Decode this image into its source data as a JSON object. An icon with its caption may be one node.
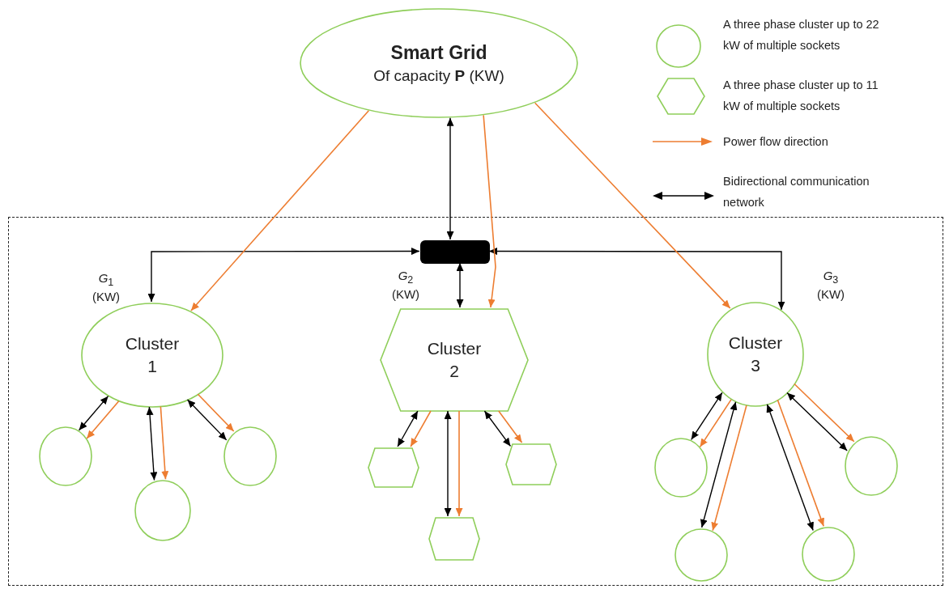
{
  "diagram": {
    "nodes": [
      {
        "text": [
          "Smart Grid",
          "Of capacity **P** (KW)"
        ]
      },
      {
        "text": [],
        "shape": "box"
      },
      {
        "text": [],
        "shape": "box",
        "in": 1
      },
      {
        "text": [
          "Cluster 1"
        ],
        "in": 1,
        "beside": [
          "*G*$_{1}$ (KW)"
        ]
      },
      {
        "text": [
          "Cluster 2"
        ],
        "in": 1,
        "beside": [
          "*G*$_{2}$ (KW)"
        ]
      },
      {
        "text": [
          "Cluster 3"
        ],
        "in": 1,
        "beside": [
          "*G*$_{3}$ (KW)"
        ]
      },
      {
        "text": [],
        "shape": "circle",
        "in": 1
      },
      {
        "text": [],
        "shape": "circle",
        "in": 1
      },
      {
        "text": [],
        "shape": "circle",
        "in": 1
      },
      {
        "text": [],
        "shape": "hexagon",
        "in": 1
      },
      {
        "text": [],
        "shape": "hexagon",
        "in": 1
      },
      {
        "text": [],
        "shape": "hexagon",
        "in": 1
      },
      {
        "text": [],
        "shape": "circle",
        "in": 1
      },
      {
        "text": [],
        "shape": "circle",
        "in": 1
      },
      {
        "text": [],
        "shape": "circle",
        "in": 1
      },
      {
        "text": [],
        "shape": "circle",
        "in": 1
      }
    ],
    "edges": [
      {
        "from": 0,
        "to": 2,
        "arrow": "both"
      },
      {
        "from": 2,
        "to": 3,
        "arrow": "both"
      },
      {
        "from": 2,
        "to": 4,
        "arrow": "both"
      },
      {
        "from": 2,
        "to": 5,
        "arrow": "both"
      },
      {
        "from": 0,
        "to": 3,
        "arrow": "to",
        "color": "#ed7d31"
      },
      {
        "from": 0,
        "to": 4,
        "arrow": "to",
        "color": "#ed7d31"
      },
      {
        "from": 0,
        "to": 5,
        "arrow": "to",
        "color": "#ed7d31"
      },
      {
        "from": 3,
        "to": 6,
        "arrow": "both"
      },
      {
        "from": 3,
        "to": 6,
        "arrow": "to",
        "color": "#ed7d31"
      },
      {
        "from": 3,
        "to": 7,
        "arrow": "both"
      },
      {
        "from": 3,
        "to": 7,
        "arrow": "to",
        "color": "#ed7d31"
      },
      {
        "from": 3,
        "to": 8,
        "arrow": "both"
      },
      {
        "from": 3,
        "to": 8,
        "arrow": "to",
        "color": "#ed7d31"
      },
      {
        "from": 4,
        "to": 9,
        "arrow": "both"
      },
      {
        "from": 4,
        "to": 9,
        "arrow": "to",
        "color": "#ed7d31"
      },
      {
        "from": 4,
        "to": 10,
        "arrow": "both"
      },
      {
        "from": 4,
        "to": 10,
        "arrow": "to",
        "color": "#ed7d31"
      },
      {
        "from": 4,
        "to": 11,
        "arrow": "both"
      },
      {
        "from": 4,
        "to": 11,
        "arrow": "to",
        "color": "#ed7d31"
      },
      {
        "from": 5,
        "to": 12,
        "arrow": "both"
      },
      {
        "from": 5,
        "to": 12,
        "arrow": "to",
        "color": "#ed7d31"
      },
      {
        "from": 5,
        "to": 13,
        "arrow": "both"
      },
      {
        "from": 5,
        "to": 13,
        "arrow": "to",
        "color": "#ed7d31"
      },
      {
        "from": 5,
        "to": 14,
        "arrow": "both"
      },
      {
        "from": 5,
        "to": 14,
        "arrow": "to",
        "color": "#ed7d31"
      },
      {
        "from": 5,
        "to": 15,
        "arrow": "both"
      },
      {
        "from": 5,
        "to": 15,
        "arrow": "to",
        "color": "#ed7d31"
      }
    ],
    "legend": [
      {
        "text": "A three phase cluster up to 22 kW of multiple sockets"
      },
      {
        "text": "A three phase cluster up to 11 kW of multiple sockets"
      },
      {
        "text": "Power flow direction"
      },
      {
        "text": "Bidirectional communication network"
      }
    ]
  }
}
